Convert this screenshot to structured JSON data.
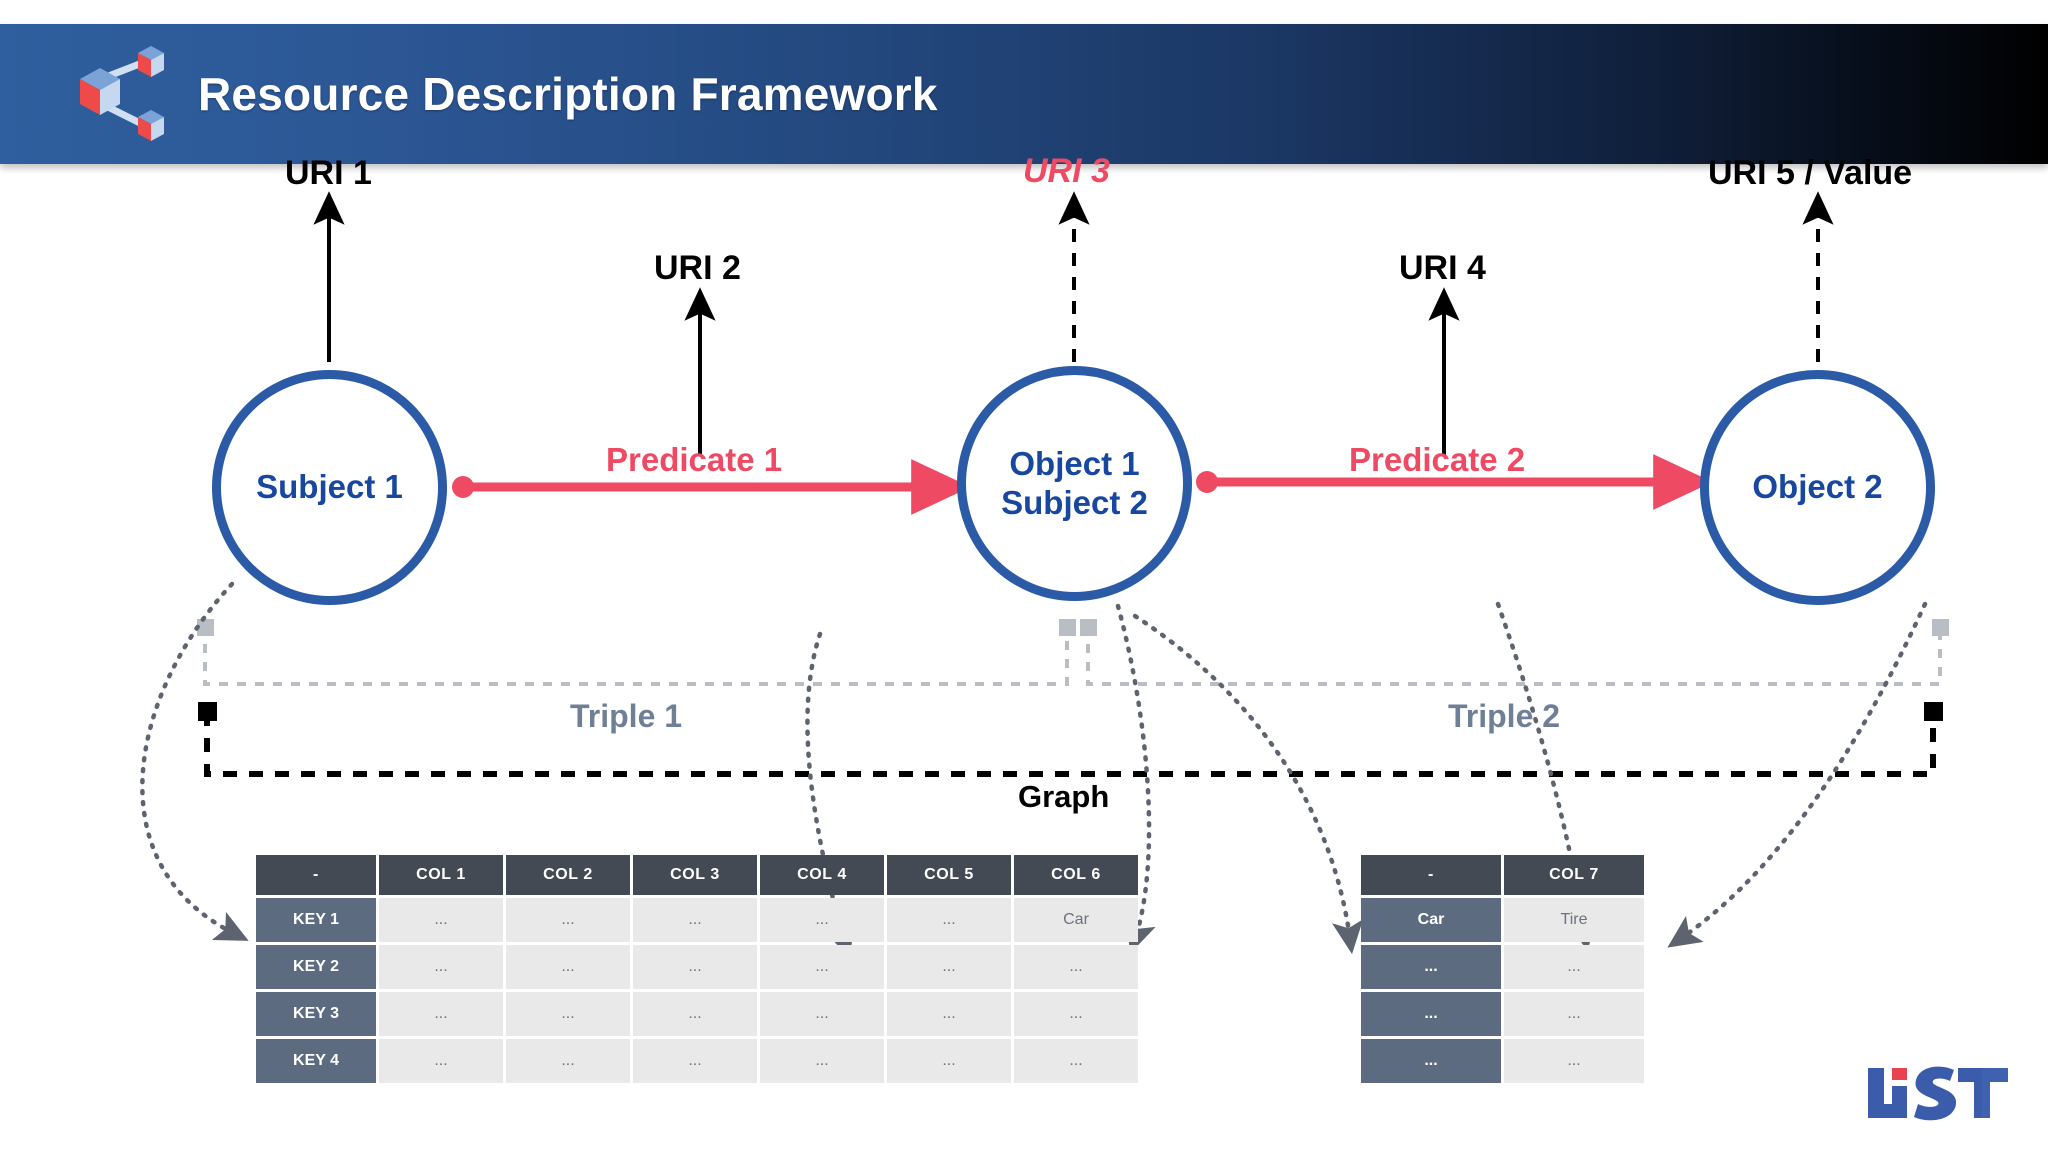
{
  "header": {
    "title": "Resource Description Framework",
    "logo_name": "rdf-cube-graph-logo",
    "bg_start": "#2f5f9e",
    "bg_end": "#000000"
  },
  "colors": {
    "node_stroke": "#2b5aa7",
    "node_text": "#17479e",
    "predicate": "#ef4a63",
    "uri_black": "#000000",
    "triple_label": "#6f8096",
    "table_header": "#434a54",
    "table_key": "#5c6b80",
    "table_cell": "#e9e9ea",
    "brand": "#3b5bab",
    "brand_accent": "#e8414f"
  },
  "nodes": [
    {
      "id": "subject1",
      "lines": [
        "Subject 1"
      ]
    },
    {
      "id": "object1",
      "lines": [
        "Object 1",
        "Subject 2"
      ]
    },
    {
      "id": "object2",
      "lines": [
        "Object 2"
      ]
    }
  ],
  "labels": {
    "uri1": "URI 1",
    "uri2": "URI 2",
    "uri3": "URI 3",
    "uri4": "URI 4",
    "uri5": "URI 5 / Value",
    "predicate1": "Predicate 1",
    "predicate2": "Predicate 2",
    "triple1": "Triple 1",
    "triple2": "Triple 2",
    "graph": "Graph"
  },
  "tables": {
    "left": {
      "headers": [
        "-",
        "COL 1",
        "COL 2",
        "COL 3",
        "COL 4",
        "COL 5",
        "COL 6"
      ],
      "rows": [
        {
          "key": "KEY 1",
          "cells": [
            "...",
            "...",
            "...",
            "...",
            "...",
            "Car"
          ]
        },
        {
          "key": "KEY 2",
          "cells": [
            "...",
            "...",
            "...",
            "...",
            "...",
            "..."
          ]
        },
        {
          "key": "KEY 3",
          "cells": [
            "...",
            "...",
            "...",
            "...",
            "...",
            "..."
          ]
        },
        {
          "key": "KEY 4",
          "cells": [
            "...",
            "...",
            "...",
            "...",
            "...",
            "..."
          ]
        }
      ]
    },
    "right": {
      "headers": [
        "-",
        "COL 7"
      ],
      "rows": [
        {
          "key": "Car",
          "cells": [
            "Tire"
          ]
        },
        {
          "key": "...",
          "cells": [
            "..."
          ]
        },
        {
          "key": "...",
          "cells": [
            "..."
          ]
        },
        {
          "key": "...",
          "cells": [
            "..."
          ]
        }
      ]
    }
  },
  "footer": {
    "brand": "LiST"
  }
}
